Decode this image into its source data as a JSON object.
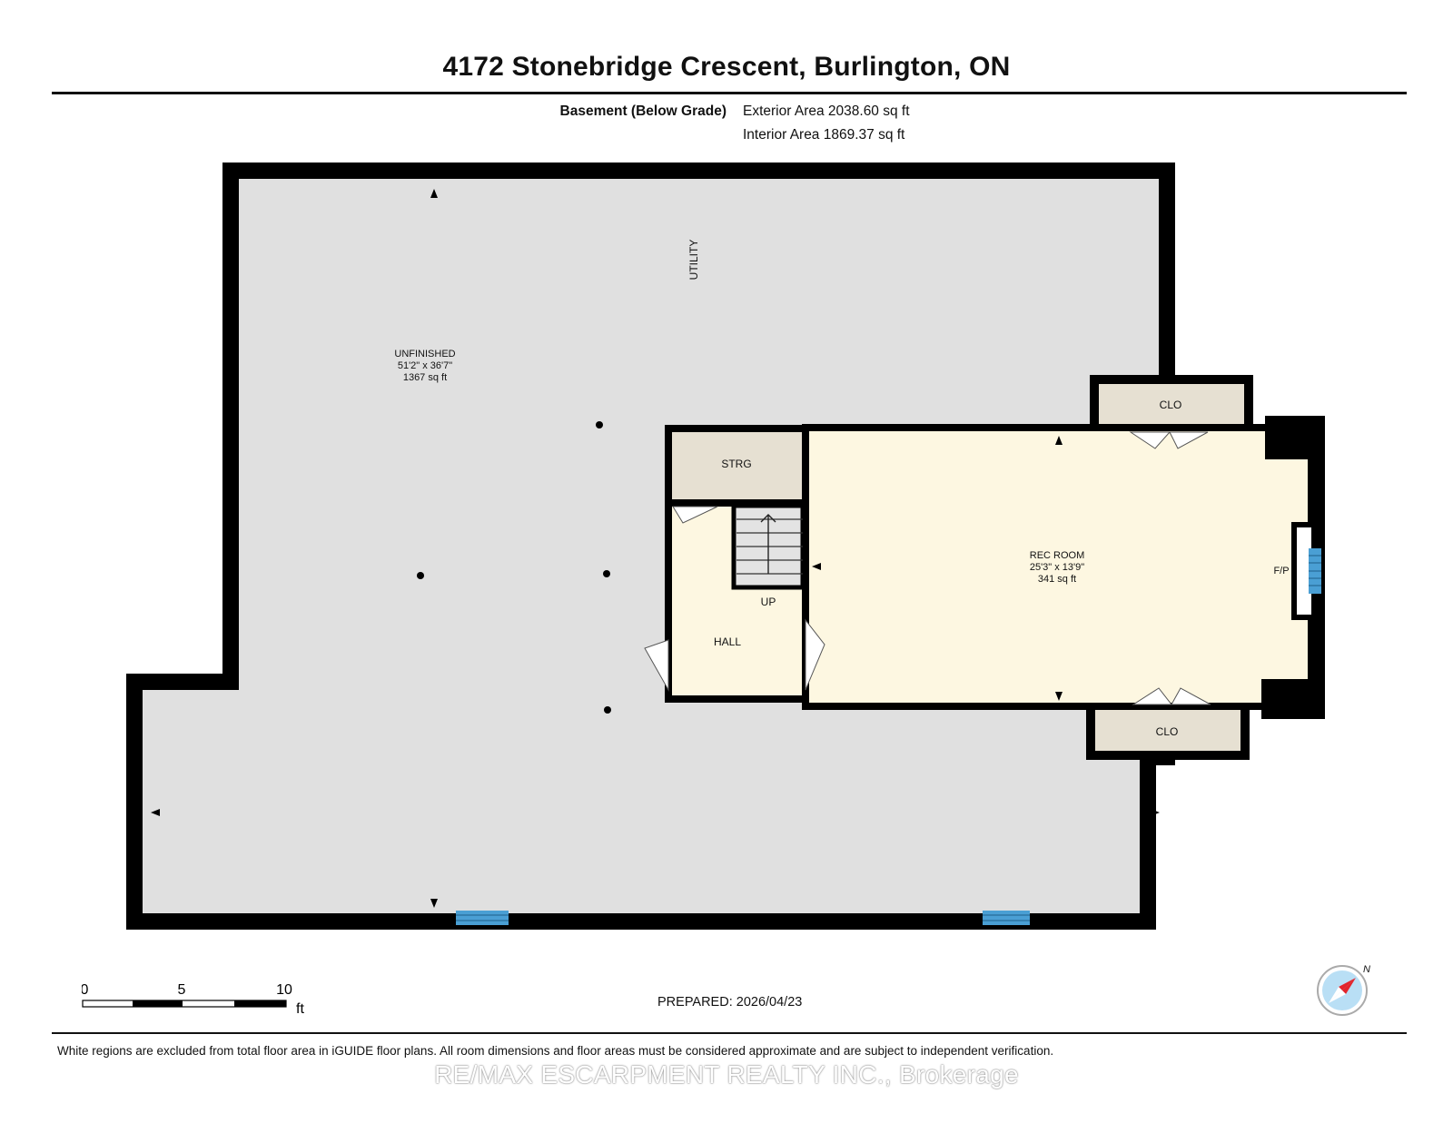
{
  "header": {
    "title": "4172 Stonebridge Crescent, Burlington, ON",
    "floor_name": "Basement (Below Grade)",
    "exterior_area": "Exterior Area 2038.60 sq ft",
    "interior_area": "Interior Area 1869.37 sq ft"
  },
  "rooms": {
    "utility": "UTILITY",
    "unfinished": {
      "name": "UNFINISHED",
      "dims": "51'2\" x 36'7\"",
      "area": "1367 sq ft"
    },
    "strg": "STRG",
    "up": "UP",
    "hall": "HALL",
    "rec_room": {
      "name": "REC ROOM",
      "dims": "25'3\" x 13'9\"",
      "area": "341 sq ft"
    },
    "fp": "F/P",
    "clo_top": "CLO",
    "clo_bottom": "CLO"
  },
  "scale": {
    "labels": [
      "0",
      "5",
      "10"
    ],
    "unit": "ft"
  },
  "compass": {
    "label": "N"
  },
  "footer": {
    "prepared": "PREPARED: 2026/04/23",
    "disclaimer": "White regions are excluded from total floor area in iGUIDE floor plans. All room dimensions and floor areas must be considered approximate and are subject to independent verification.",
    "brokerage": "RE/MAX ESCARPMENT REALTY INC., Brokerage"
  },
  "colors": {
    "wall": "#000000",
    "unfinished_fill": "#e0e0e0",
    "rec_fill": "#fdf7e1",
    "strg_fill": "#e6e0d2",
    "window": "#4a9fd4",
    "compass_red": "#e3242b",
    "compass_blue": "#b9dff5"
  }
}
